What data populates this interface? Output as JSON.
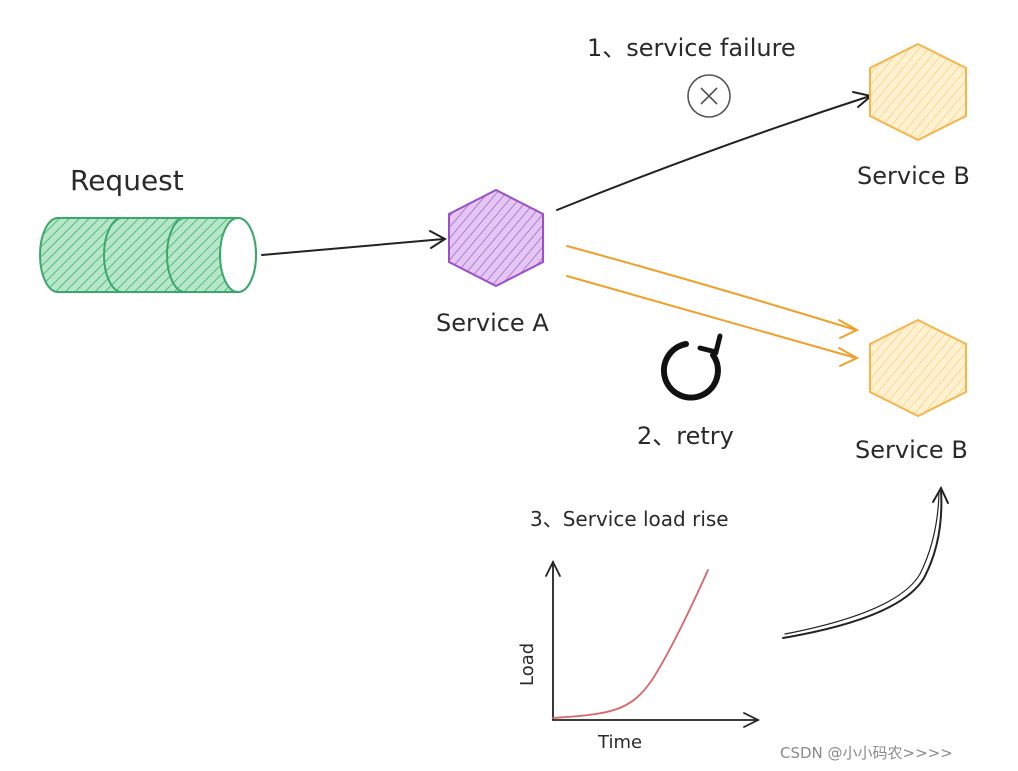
{
  "request_label": "Request",
  "service_a_label": "Service A",
  "service_b_top_label": "Service B",
  "service_b_bottom_label": "Service B",
  "step1_label": "1、service failure",
  "step2_label": "2、retry",
  "step3_label": "3、Service load rise",
  "chart": {
    "x_label": "Time",
    "y_label": "Load"
  },
  "watermark": "CSDN @小小码农>>>>",
  "colors": {
    "request_green": "#3aa86b",
    "service_a_purple": "#9b4fc9",
    "service_b_orange": "#f5b54a",
    "retry_arrow_orange": "#f0a02a",
    "load_curve_red": "#d9656b"
  },
  "icons": {
    "failure": "circle-x-icon",
    "retry": "refresh-icon"
  }
}
